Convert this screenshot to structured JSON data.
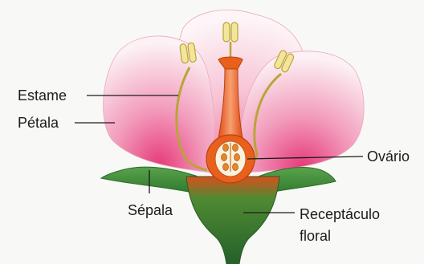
{
  "diagram": {
    "labels": {
      "estame": "Estame",
      "petala": "Pétala",
      "sepala": "Sépala",
      "ovario": "Ovário",
      "receptaculo_line1": "Receptáculo",
      "receptaculo_line2": "floral"
    },
    "colors": {
      "background": "#f8f8f6",
      "petal_pink": "#ef7fa6",
      "petal_light": "#fbeef2",
      "sepal_green": "#3f8b3a",
      "receptacle_green": "#2c6a2a",
      "pistil_orange": "#e8601c",
      "anther_yellow": "#f0e08a",
      "filament": "#b9a43a"
    }
  }
}
